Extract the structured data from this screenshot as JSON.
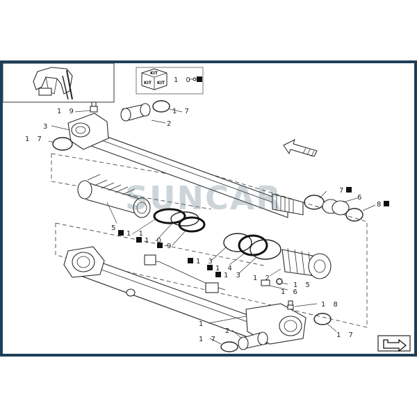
{
  "watermark": "SUNCAR",
  "kit_box": {
    "icon_labels": [
      "KIT",
      "KIT",
      "KIT"
    ],
    "ref": "1 0"
  },
  "callouts": {
    "c19_top": "1 9",
    "c17_top": "1 7",
    "c3": "3",
    "c2_top": "2",
    "c17_left": "1 7",
    "c7": "7",
    "c6": "6",
    "c8": "8",
    "c5": "5",
    "c11": "1 1",
    "c10": "1 0",
    "c9": "9",
    "c13a": "1 3",
    "c14": "1 4",
    "c13b": "1 3",
    "c12": "1 2",
    "c15": "1 5",
    "c16": "1 6",
    "c18": "1 8",
    "c1": "1",
    "c2_bottom": "2",
    "c17_bottom_left": "1 7",
    "c17_bottom_right": "1 7"
  },
  "icons": [
    "kit-icon",
    "direction-arrow-icon",
    "next-page-icon",
    "excavator-thumbnail"
  ],
  "colors": {
    "frame": "#1d3f58",
    "watermark": "#4f6d7a"
  }
}
